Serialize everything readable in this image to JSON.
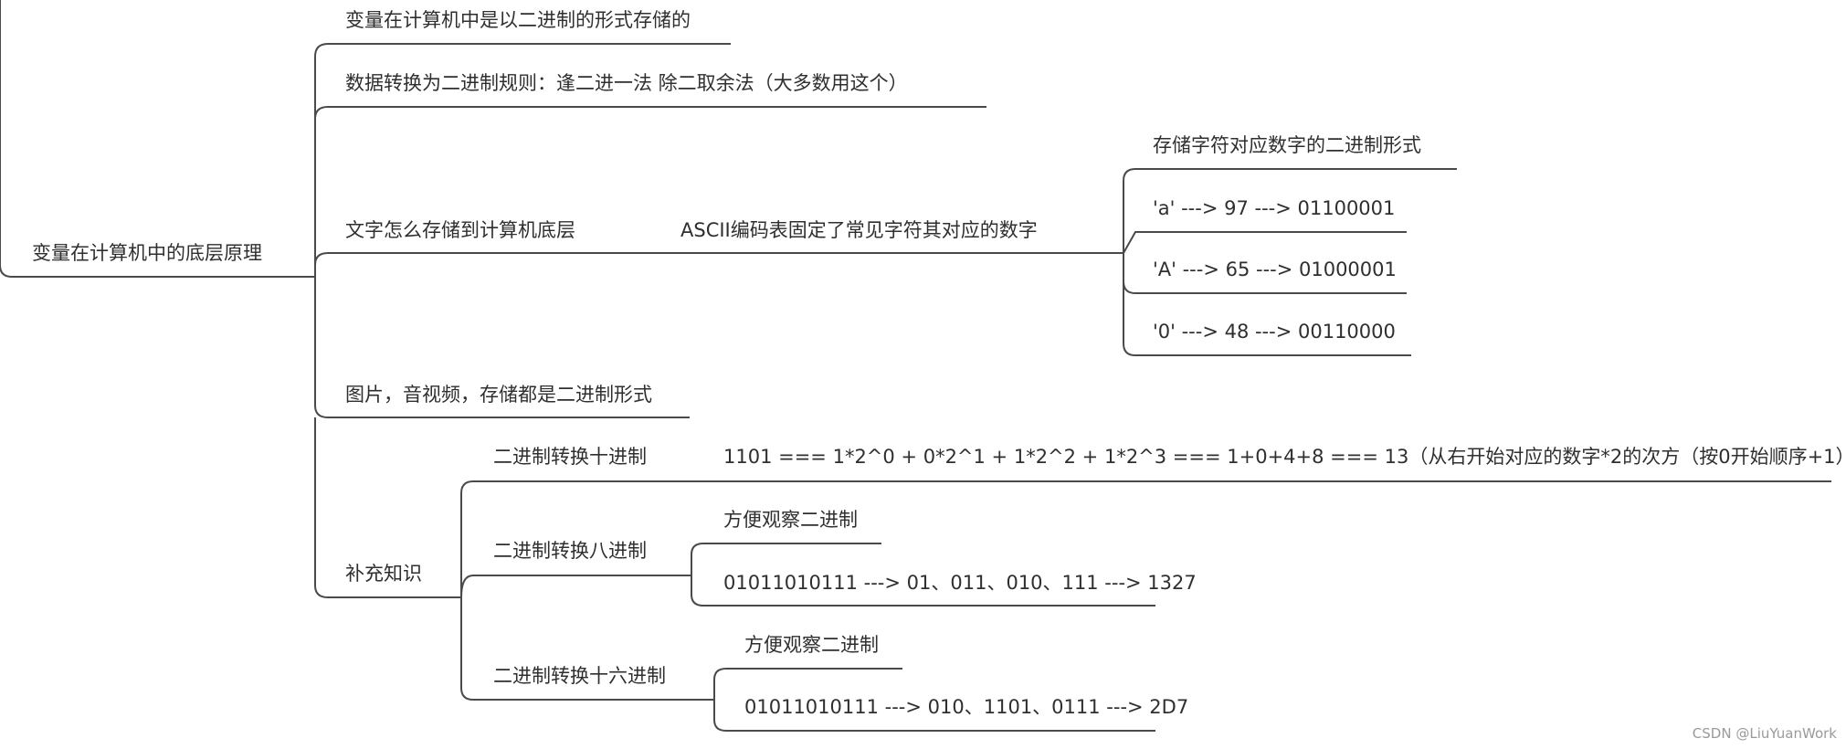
{
  "root": {
    "label": "变量在计算机中的底层原理"
  },
  "branches": {
    "b1": "变量在计算机中是以二进制的形式存储的",
    "b2": "数据转换为二进制规则：逢二进一法    除二取余法（大多数用这个）",
    "b3": {
      "label": "文字怎么存储到计算机底层",
      "ascii": "ASCII编码表固定了常见字符其对应的数字",
      "items": [
        "存储字符对应数字的二进制形式",
        "'a' ---> 97 ---> 01100001",
        "'A' ---> 65 ---> 01000001",
        "'0' ---> 48 ---> 00110000"
      ]
    },
    "b4": "图片，音视频，存储都是二进制形式",
    "b5": {
      "label": "补充知识",
      "decimal": {
        "label": "二进制转换十进制",
        "detail": "1101 === 1*2^0 + 0*2^1 + 1*2^2 + 1*2^3 === 1+0+4+8  === 13（从右开始对应的数字*2的次方（按0开始顺序+1）"
      },
      "octal": {
        "label": "二进制转换八进制",
        "items": [
          "方便观察二进制",
          "01011010111 ---> 01、011、010、111 ---> 1327"
        ]
      },
      "hex": {
        "label": "二进制转换十六进制",
        "items": [
          "方便观察二进制",
          "01011010111 ---> 010、1101、0111 ---> 2D7"
        ]
      }
    }
  },
  "watermark": "CSDN @LiuYuanWork"
}
